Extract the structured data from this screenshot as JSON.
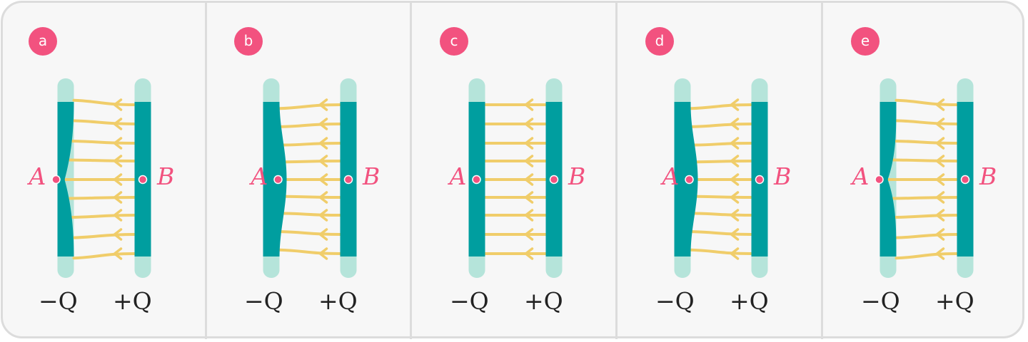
{
  "colors": {
    "accent": "#f2527f",
    "plate": "#009e9f",
    "plate_light": "#b5e4da",
    "field_line": "#f0cd6a",
    "panel_bg": "#f7f7f7",
    "border": "#dcdcdc",
    "text": "#222222"
  },
  "panels": [
    {
      "badge": "a",
      "point_a": "A",
      "point_b": "B",
      "neg_charge": "−Q",
      "pos_charge": "+Q",
      "variant": "cusp"
    },
    {
      "badge": "b",
      "point_a": "A",
      "point_b": "B",
      "neg_charge": "−Q",
      "pos_charge": "+Q",
      "variant": "bulge"
    },
    {
      "badge": "c",
      "point_a": "A",
      "point_b": "B",
      "neg_charge": "−Q",
      "pos_charge": "+Q",
      "variant": "flat"
    },
    {
      "badge": "d",
      "point_a": "A",
      "point_b": "B",
      "neg_charge": "−Q",
      "pos_charge": "+Q",
      "variant": "gentle"
    },
    {
      "badge": "e",
      "point_a": "A",
      "point_b": "B",
      "neg_charge": "−Q",
      "pos_charge": "+Q",
      "variant": "sharp"
    }
  ]
}
